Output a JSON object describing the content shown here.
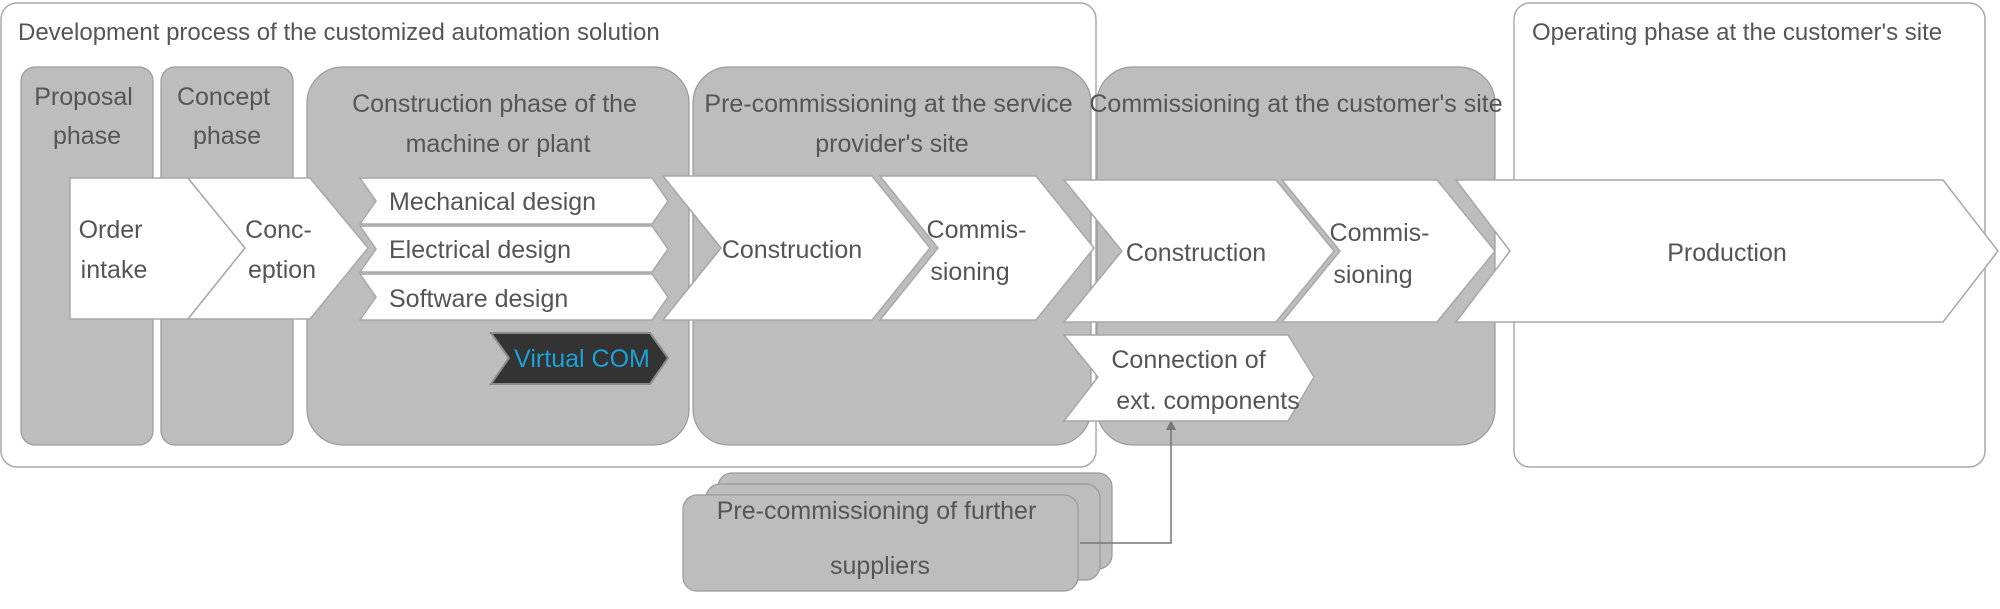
{
  "containers": {
    "development_title": "Development process of the customized automation solution",
    "operating_title": "Operating phase at the customer's site"
  },
  "phases": {
    "proposal": [
      "Proposal",
      "phase"
    ],
    "concept": [
      "Concept",
      "phase"
    ],
    "construction_machine": [
      "Construction phase of the",
      "machine or plant"
    ],
    "pre_commissioning": [
      "Pre-commissioning at the service",
      "provider's site"
    ],
    "commissioning_customer": "Commissioning at the customer's site"
  },
  "steps": {
    "order_intake": [
      "Order",
      "intake"
    ],
    "conception": [
      "Conc-",
      "eption"
    ],
    "mechanical_design": "Mechanical design",
    "electrical_design": "Electrical design",
    "software_design": "Software design",
    "virtual_com": "Virtual COM",
    "construction_service": "Construction",
    "commissioning_service": [
      "Commis-",
      "sioning"
    ],
    "construction_customer": "Construction",
    "commissioning_customer": [
      "Commis-",
      "sioning"
    ],
    "production": "Production",
    "connection_ext": [
      "Connection of",
      "ext. components"
    ],
    "further_suppliers": [
      "Pre-commissioning of further",
      "suppliers"
    ]
  },
  "colors": {
    "phase_fill": "#bdbdbd",
    "text": "#555555",
    "virtual_com_fill": "#333333",
    "virtual_com_text": "#1aa3d9"
  }
}
